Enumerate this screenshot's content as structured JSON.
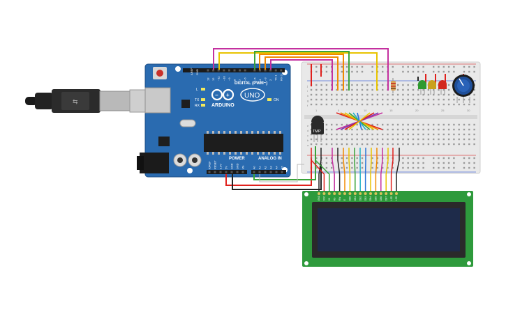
{
  "colors": {
    "board": "#2a6bb0",
    "board_dark": "#1f4f86",
    "breadboard": "#e9e9e9",
    "lcd_pcb": "#2e9a3c",
    "lcd_screen": "#1e2b4a",
    "wire_red": "#e0201c",
    "wire_black": "#222222",
    "wire_yellow": "#e8c400",
    "wire_green": "#3aa33a",
    "wire_orange": "#f08a00",
    "wire_magenta": "#c4309f",
    "wire_blue": "#2b74d8",
    "wire_cyan": "#23b3c8",
    "wire_purple": "#7a3fb5",
    "led_green": "#2f9a2f",
    "led_yellow": "#c9a11f",
    "led_red": "#d2281f",
    "pot_knob": "#1f4f9a"
  },
  "arduino": {
    "logo": "ARDUINO",
    "model": "UNO",
    "digital_label": "DIGITAL (PWM~)",
    "power_label": "POWER",
    "analog_label": "ANALOG IN",
    "on_label": "ON",
    "l_label": "L",
    "tx_label": "TX",
    "rx_label": "RX",
    "aref_label": "AREF",
    "gnd_label": "GND",
    "digital_pins": [
      "13",
      "12",
      "~11",
      "~10",
      "~9",
      "8",
      "7",
      "~6",
      "~5",
      "4",
      "~3",
      "2",
      "TX 1",
      "RX 0"
    ],
    "power_pins": [
      "IOREF",
      "RESET",
      "3.3V",
      "5V",
      "GND",
      "GND",
      "Vin"
    ],
    "analog_pins": [
      "A0",
      "A1",
      "A2",
      "A3",
      "A4",
      "A5"
    ]
  },
  "breadboard": {
    "row_letters_top": [
      "j",
      "i",
      "h",
      "g",
      "f"
    ],
    "row_letters_bottom": [
      "e",
      "d",
      "c",
      "b",
      "a"
    ],
    "column_numbers": [
      "1",
      "5",
      "10",
      "15",
      "20",
      "25",
      "30"
    ]
  },
  "temp_sensor": {
    "label": "TMP"
  },
  "lcd": {
    "pin_labels": [
      "GND",
      "VCC",
      "V0",
      "RS",
      "RW",
      "E",
      "DB0",
      "DB1",
      "DB2",
      "DB3",
      "DB4",
      "DB5",
      "DB6",
      "DB7",
      "LED",
      "LED"
    ]
  }
}
